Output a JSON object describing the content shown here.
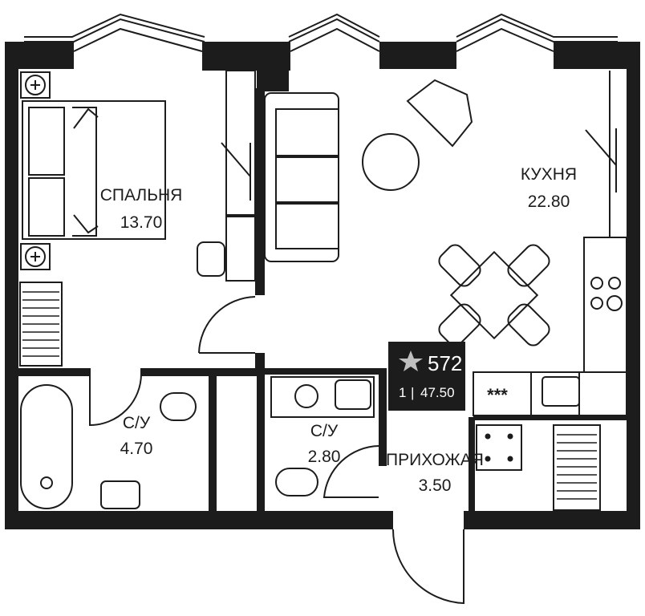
{
  "rooms": {
    "bedroom": {
      "name": "СПАЛЬНЯ",
      "area": "13.70"
    },
    "kitchen": {
      "name": "КУХНЯ",
      "area": "22.80"
    },
    "bathroom_1": {
      "name": "С/У",
      "area": "4.70"
    },
    "bathroom_2": {
      "name": "С/У",
      "area": "2.80"
    },
    "hallway": {
      "name": "ПРИХОЖАЯ",
      "area": "3.50"
    }
  },
  "badge": {
    "number": "572",
    "rooms_count": "1",
    "separator": "|",
    "total_area": "47.50",
    "icon": "star-icon"
  },
  "stove_label": "***",
  "colors": {
    "wall": "#1c1c1c",
    "line": "#1c1c1c",
    "badge_bg": "#1c1c1c",
    "badge_icon": "#bfbfbf"
  }
}
